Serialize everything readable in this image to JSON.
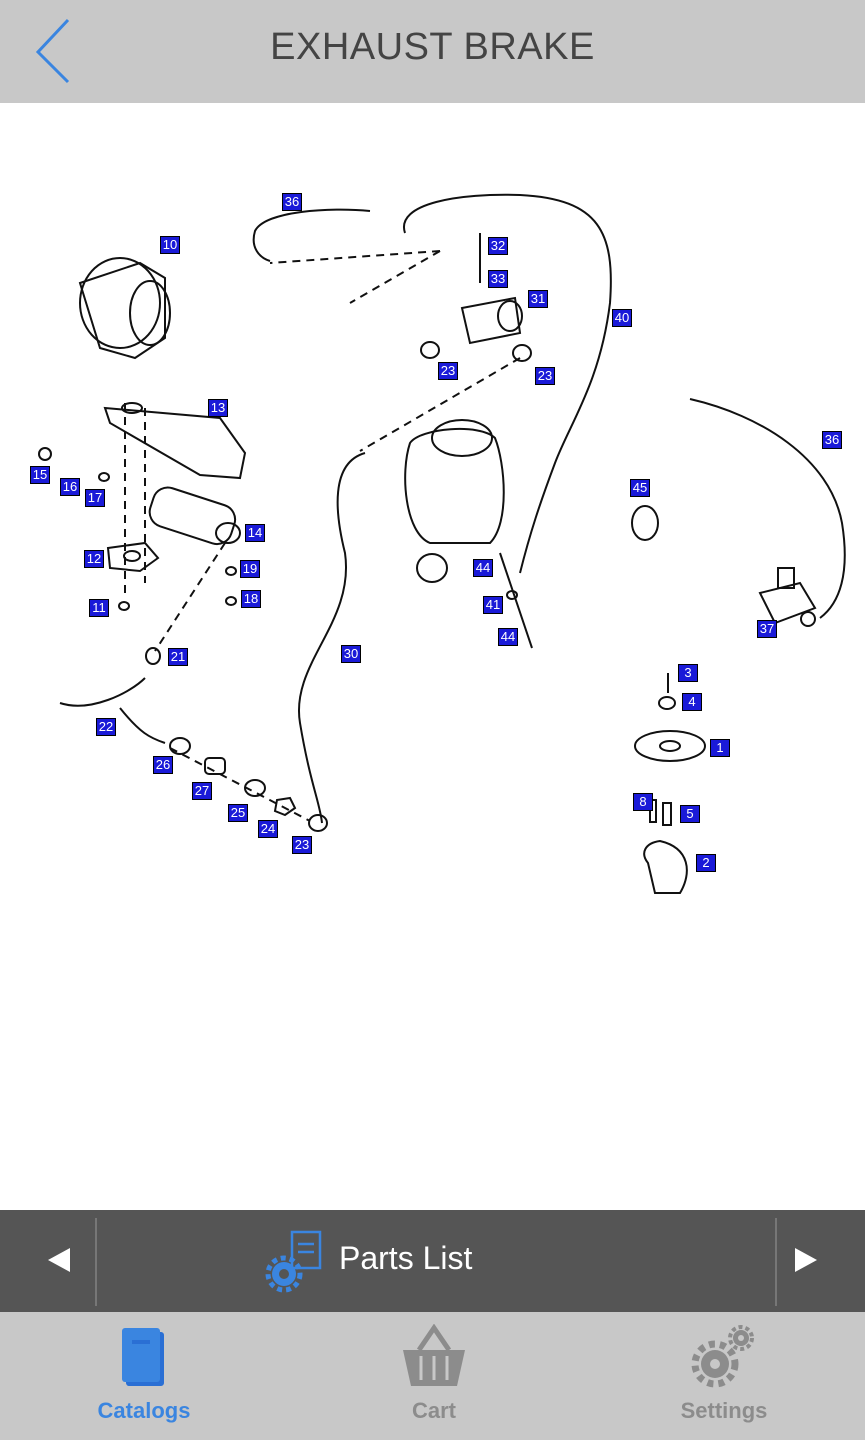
{
  "header": {
    "title": "EXHAUST BRAKE"
  },
  "callouts": [
    "36",
    "10",
    "32",
    "33",
    "31",
    "40",
    "23",
    "23",
    "13",
    "36",
    "15",
    "16",
    "17",
    "14",
    "12",
    "19",
    "18",
    "11",
    "45",
    "44",
    "41",
    "44",
    "37",
    "21",
    "30",
    "22",
    "3",
    "4",
    "1",
    "26",
    "27",
    "25",
    "24",
    "23",
    "8",
    "5",
    "2"
  ],
  "parts_bar": {
    "label": "Parts List"
  },
  "tabs": [
    {
      "label": "Catalogs",
      "icon": "book-icon",
      "active": true
    },
    {
      "label": "Cart",
      "icon": "basket-icon",
      "active": false
    },
    {
      "label": "Settings",
      "icon": "gears-icon",
      "active": false
    }
  ],
  "colors": {
    "accent": "#3a85e0",
    "callout": "#1a1ad8",
    "header_bg": "#c8c8c8",
    "bar_bg": "#555555"
  }
}
